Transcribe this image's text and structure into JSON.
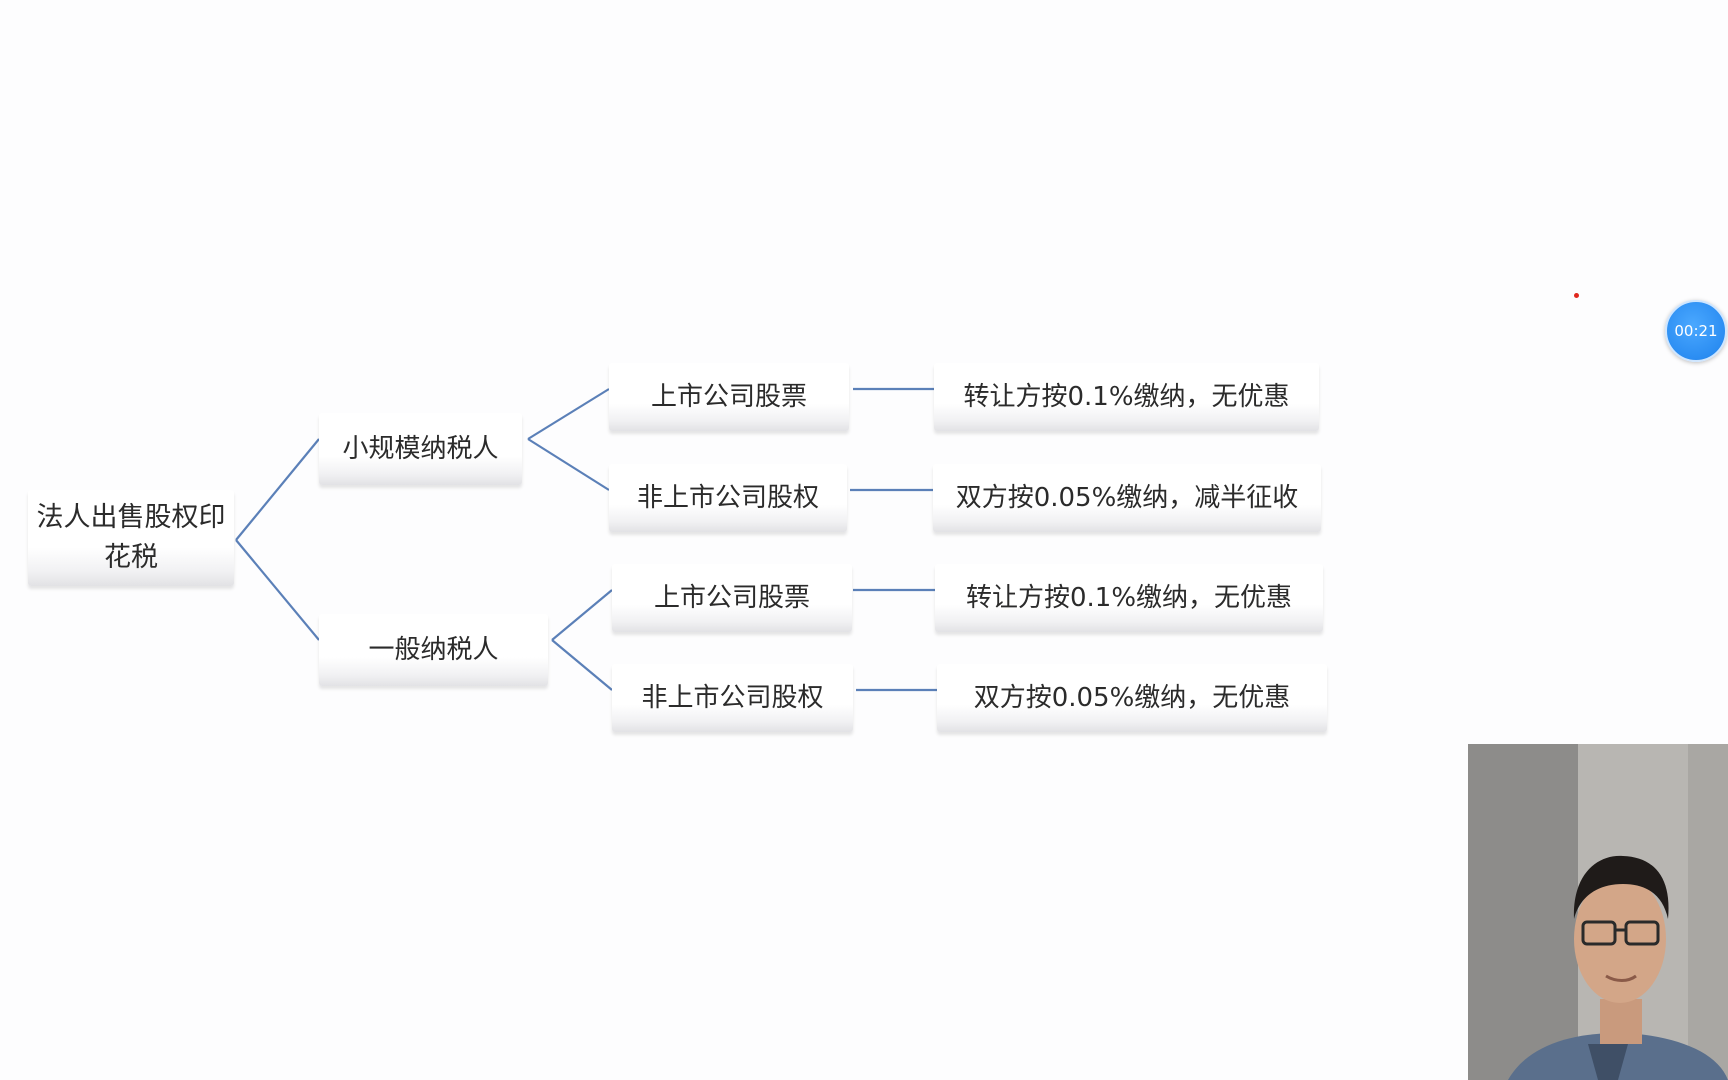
{
  "diagram": {
    "root": {
      "label": "法人出售股权印花税"
    },
    "branches": [
      {
        "label": "小规模纳税人",
        "children": [
          {
            "label": "上市公司股票",
            "rule": "转让方按0.1%缴纳，无优惠"
          },
          {
            "label": "非上市公司股权",
            "rule": "双方按0.05%缴纳，减半征收"
          }
        ]
      },
      {
        "label": "一般纳税人",
        "children": [
          {
            "label": "上市公司股票",
            "rule": "转让方按0.1%缴纳，无优惠"
          },
          {
            "label": "非上市公司股权",
            "rule": "双方按0.05%缴纳，无优惠"
          }
        ]
      }
    ],
    "connector_color": "#5b80b8"
  },
  "timer": {
    "label": "00:21",
    "color": "#2b8df2"
  },
  "webcam": {
    "icon": "presenter-video-feed"
  }
}
